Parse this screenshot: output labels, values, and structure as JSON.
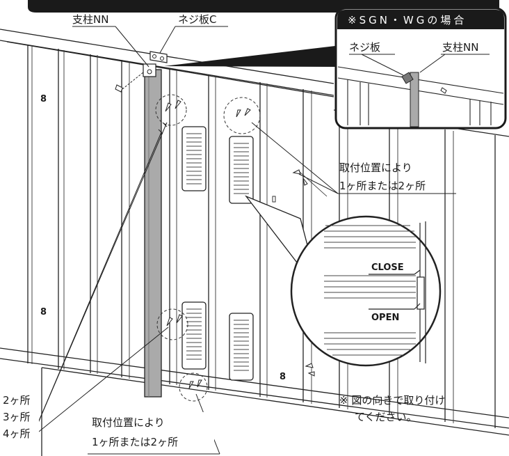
{
  "labels": {
    "post_nn": "支柱NN",
    "screw_plate_c": "ネジ板C",
    "mount_position_right": [
      "取付位置により",
      "1ヶ所または2ヶ所"
    ],
    "mount_position_bottom": [
      "取付位置により",
      "1ヶ所または2ヶ所"
    ],
    "count_2": "2ヶ所",
    "count_3": "3ヶ所",
    "count_4": "4ヶ所",
    "note": [
      "※ 図の向きで取り付け",
      "てください。"
    ]
  },
  "inset": {
    "title": "※SGN・WGの場合",
    "screw_plate": "ネジ板",
    "post_nn": "支柱NN"
  },
  "vent_detail": {
    "close": "CLOSE",
    "open": "OPEN"
  }
}
